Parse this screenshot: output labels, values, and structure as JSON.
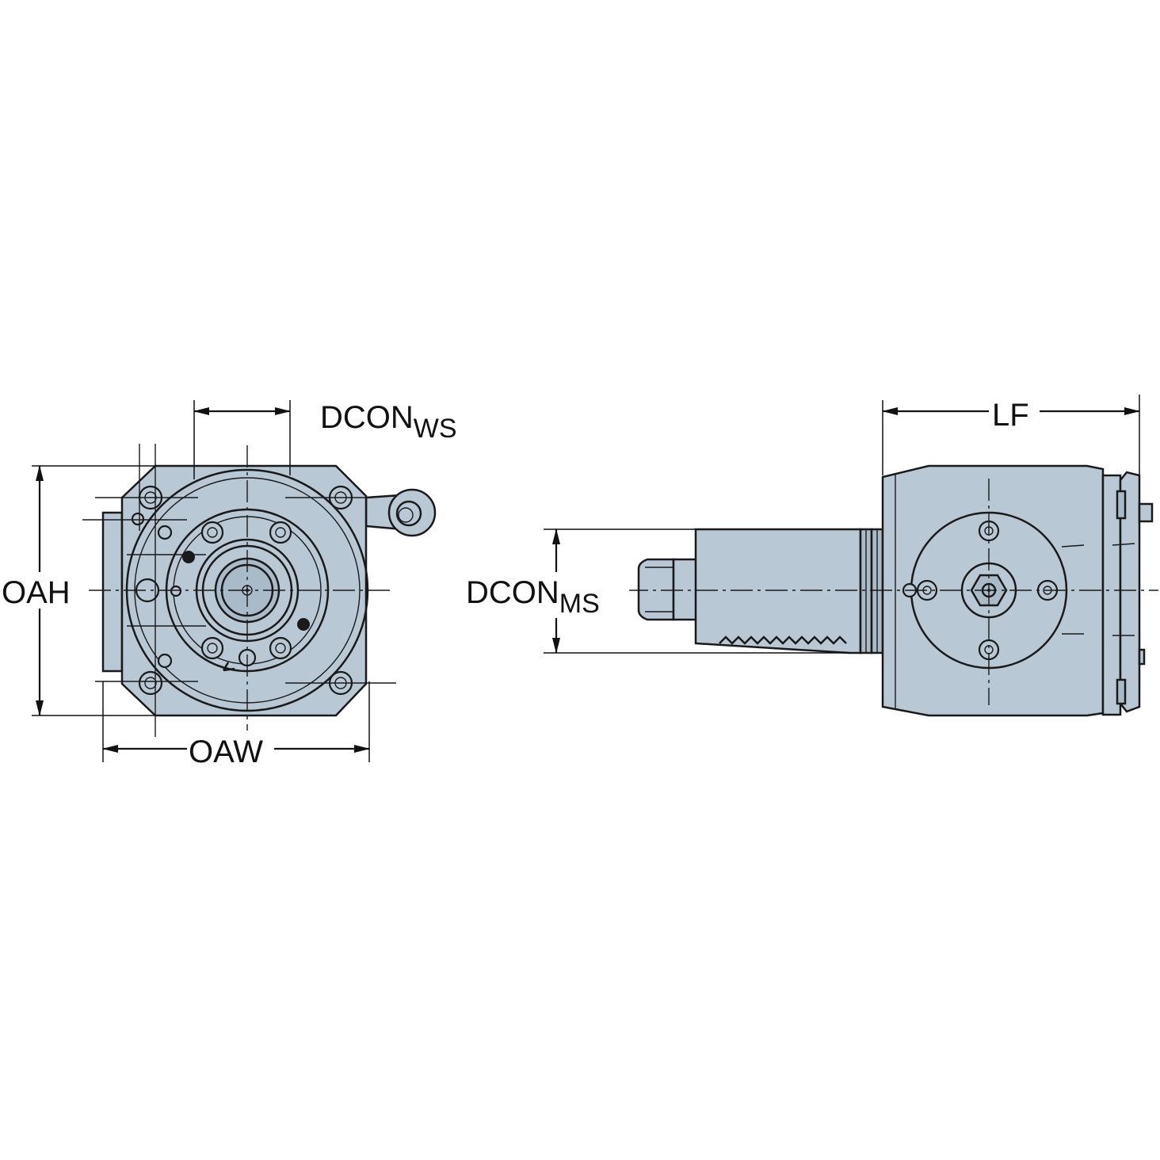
{
  "labels": {
    "dcon_ws_main": "DCON",
    "dcon_ws_sub": "WS",
    "oah": "OAH",
    "oaw": "OAW",
    "dcon_ms_main": "DCON",
    "dcon_ms_sub": "MS",
    "lf": "LF"
  },
  "colors": {
    "body_fill": "#b8c8d4",
    "outline": "#1a1a1a"
  }
}
